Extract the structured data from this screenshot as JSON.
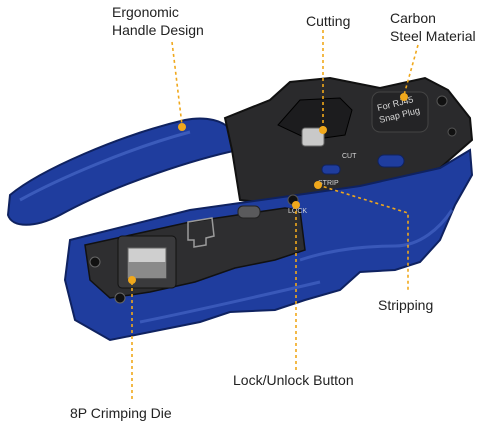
{
  "callouts": {
    "ergonomic": [
      "Ergonomic",
      "Handle Design"
    ],
    "cutting": "Cutting",
    "carbon": [
      "Carbon",
      "Steel Material"
    ],
    "stripping": "Stripping",
    "lock": "Lock/Unlock Button",
    "die": "8P Crimping Die"
  },
  "tool_markings": {
    "model_line1": "For RJ45",
    "model_line2": "Snap Plug",
    "cut": "CUT",
    "strip": "STRIP",
    "lock": "LOCK"
  },
  "colors": {
    "blue": "#1f3d9e",
    "leader": "#f0a81c",
    "steel": "#2a2a2c"
  }
}
